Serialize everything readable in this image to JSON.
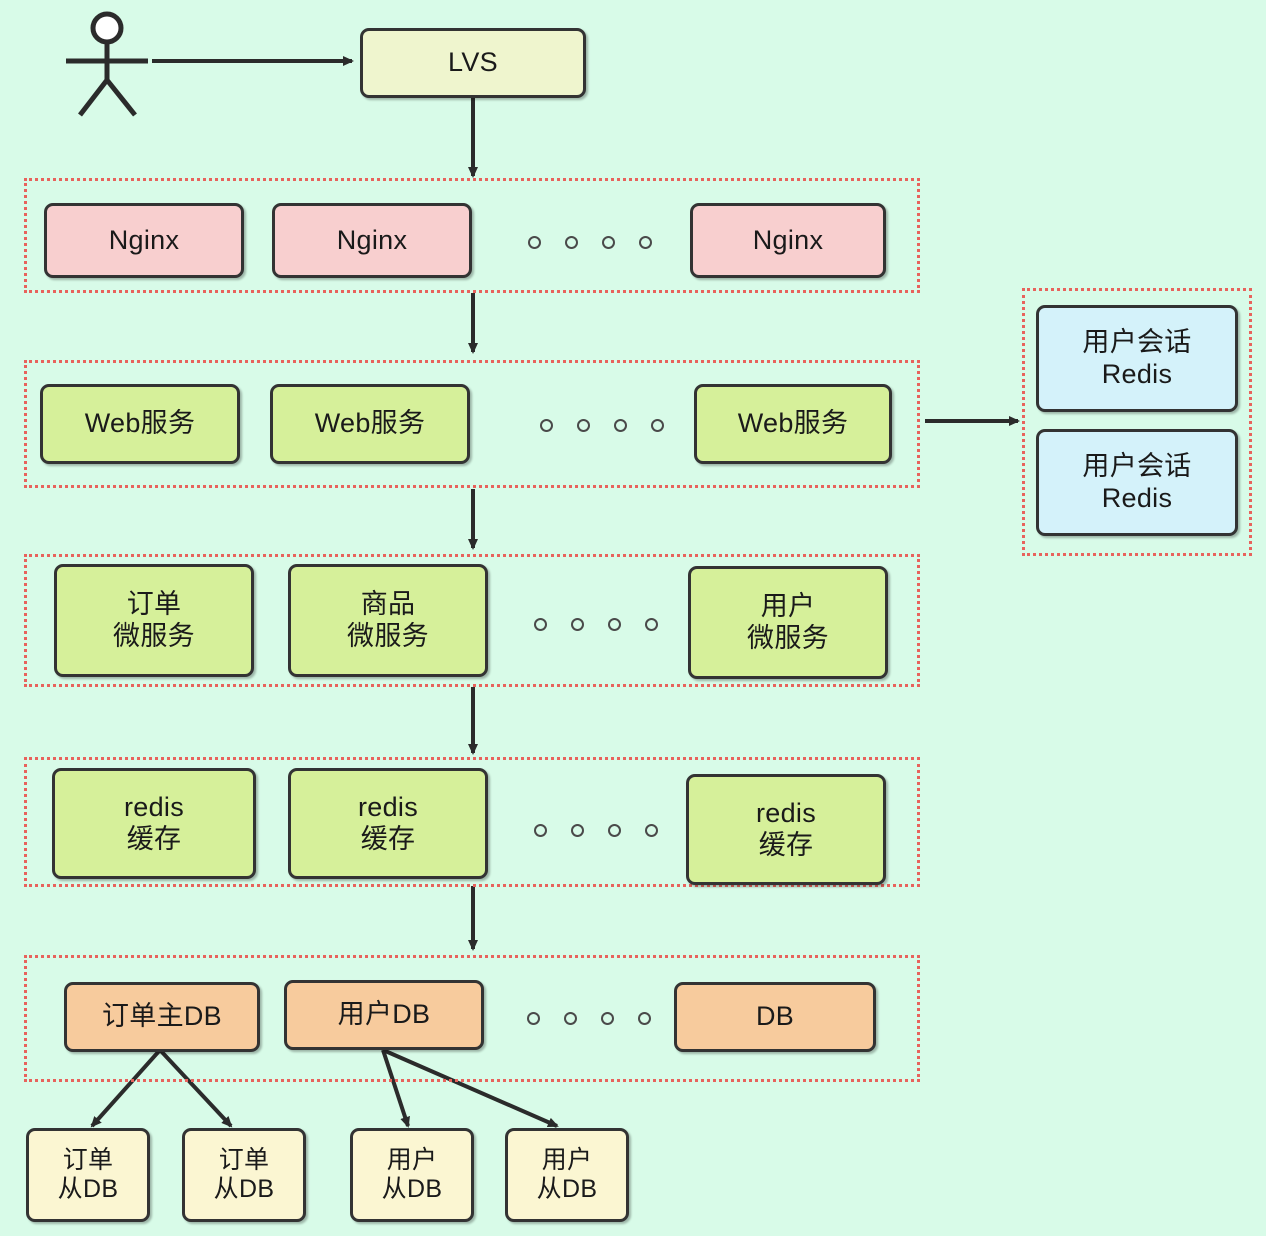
{
  "diagram": {
    "background_color": "#d8fbe8",
    "group_border_color": "#e8625c",
    "node_border_color": "#333333",
    "actor": {
      "name": "user-actor"
    },
    "entry": {
      "label": "LVS",
      "color": "#eff5ce"
    },
    "tiers": [
      {
        "name": "nginx-tier",
        "color": "#f8cfcf",
        "nodes": [
          {
            "label": "Nginx"
          },
          {
            "label": "Nginx"
          },
          {
            "label": "Nginx"
          }
        ],
        "ellipsis": "○ ○ ○ ○"
      },
      {
        "name": "web-tier",
        "color": "#d6f09a",
        "nodes": [
          {
            "label": "Web服务"
          },
          {
            "label": "Web服务"
          },
          {
            "label": "Web服务"
          }
        ],
        "ellipsis": "○ ○ ○ ○"
      },
      {
        "name": "microservice-tier",
        "color": "#d6f09a",
        "nodes": [
          {
            "label": "订单\n微服务"
          },
          {
            "label": "商品\n微服务"
          },
          {
            "label": "用户\n微服务"
          }
        ],
        "ellipsis": "○ ○ ○ ○"
      },
      {
        "name": "cache-tier",
        "color": "#d6f09a",
        "nodes": [
          {
            "label": "redis\n缓存"
          },
          {
            "label": "redis\n缓存"
          },
          {
            "label": "redis\n缓存"
          }
        ],
        "ellipsis": "○ ○ ○ ○"
      },
      {
        "name": "database-tier",
        "color": "#f7cb9d",
        "nodes": [
          {
            "label": "订单主DB"
          },
          {
            "label": "用户DB"
          },
          {
            "label": "DB"
          }
        ],
        "ellipsis": "○ ○ ○ ○"
      }
    ],
    "session_group": {
      "name": "session-redis-group",
      "color": "#d4f2fa",
      "nodes": [
        {
          "label": "用户会话\nRedis"
        },
        {
          "label": "用户会话\nRedis"
        }
      ]
    },
    "replica_nodes": [
      {
        "label": "订单\n从DB"
      },
      {
        "label": "订单\n从DB"
      },
      {
        "label": "用户\n从DB"
      },
      {
        "label": "用户\n从DB"
      }
    ]
  }
}
